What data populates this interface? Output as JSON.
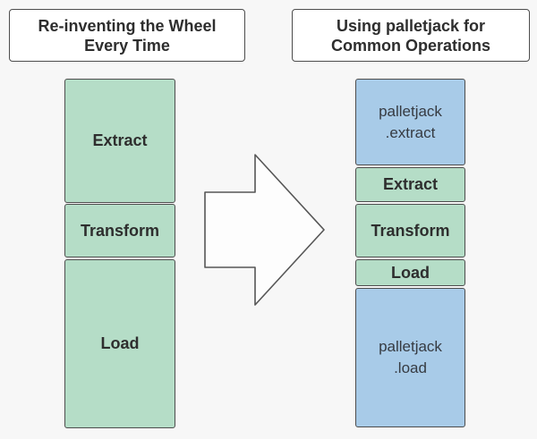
{
  "diagram": {
    "background": "#f7f7f7",
    "colors": {
      "green_fill": "#b5ddc7",
      "blue_fill": "#a8cbe8",
      "node_border": "#4d4d4d",
      "title_fill": "#ffffff",
      "heading_text": "#2e2e2e",
      "node_text": "#363b42",
      "arrow_fill": "#fdfdfd",
      "arrow_stroke": "#565656",
      "canvas_bg": "#f7f7f7"
    },
    "left": {
      "title": {
        "line1": "Re-inventing the Wheel",
        "line2": "Every Time"
      },
      "boxes": [
        {
          "label": "Extract"
        },
        {
          "label": "Transform"
        },
        {
          "label": "Load"
        }
      ]
    },
    "right": {
      "title": {
        "line1": "Using palletjack for",
        "line2": "Common Operations"
      },
      "boxes": [
        {
          "line1": "palletjack",
          "line2": ".extract"
        },
        {
          "label": "Extract"
        },
        {
          "label": "Transform"
        },
        {
          "label": "Load"
        },
        {
          "line1": "palletjack",
          "line2": ".load"
        }
      ]
    },
    "arrow": {
      "icon": "right-arrow"
    }
  }
}
